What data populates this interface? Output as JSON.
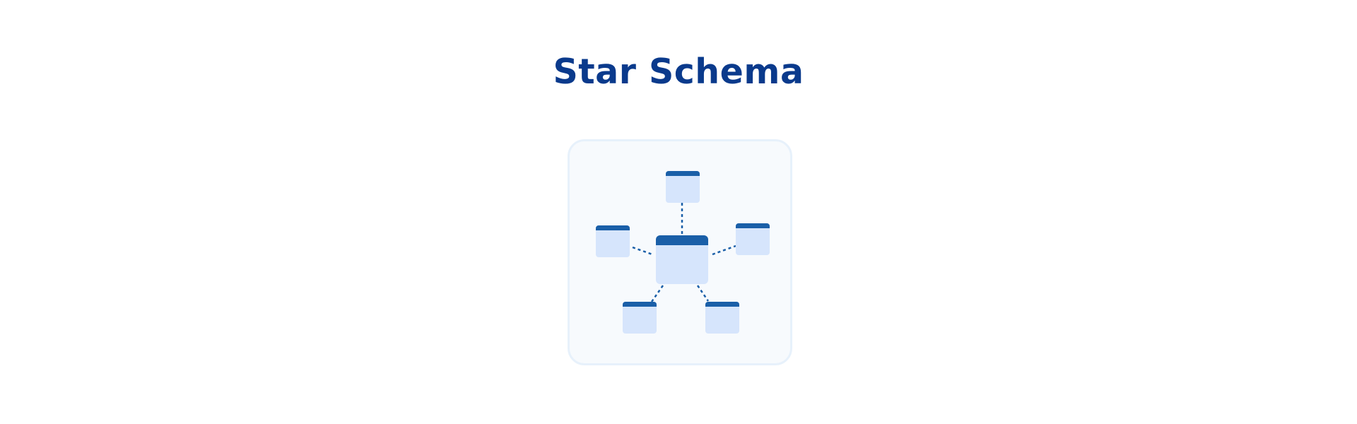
{
  "title": "Star Schema",
  "colors": {
    "title": "#0a3a8c",
    "table_header": "#1a5fa8",
    "table_body": "#d6e5fc",
    "connector": "#1a5fa8",
    "card_border": "#e7f1fb",
    "card_background": "#f7fafd"
  },
  "diagram": {
    "type": "star-schema-illustration",
    "center": "fact-table",
    "dimensions": [
      "dimension-table-top",
      "dimension-table-left",
      "dimension-table-right",
      "dimension-table-bottom-left",
      "dimension-table-bottom-right"
    ]
  }
}
